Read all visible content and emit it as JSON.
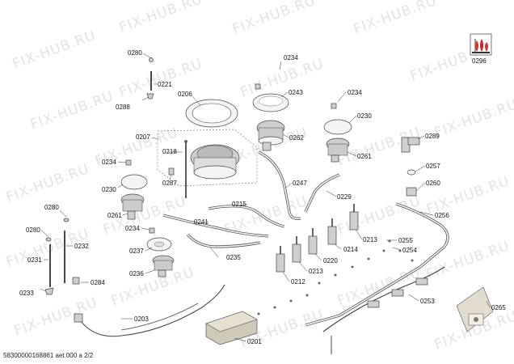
{
  "watermark": "FIX-HUB.RU",
  "footer": "58300000168861 aet 000 a 2/2",
  "icon_label": "0296",
  "part_labels": [
    "0280",
    "0221",
    "0288",
    "0206",
    "0207",
    "0218",
    "0287",
    "0234",
    "0230",
    "0261",
    "0243",
    "0262",
    "0234",
    "0230",
    "0261",
    "0289",
    "0257",
    "0260",
    "0247",
    "0229",
    "0215",
    "0241",
    "0234",
    "0237",
    "0236",
    "0235",
    "0280",
    "0280",
    "0232",
    "0231",
    "0233",
    "0284",
    "0256",
    "0213",
    "0255",
    "0254",
    "0214",
    "0220",
    "0213",
    "0212",
    "0253",
    "0203",
    "0201",
    "0265",
    "0234"
  ]
}
